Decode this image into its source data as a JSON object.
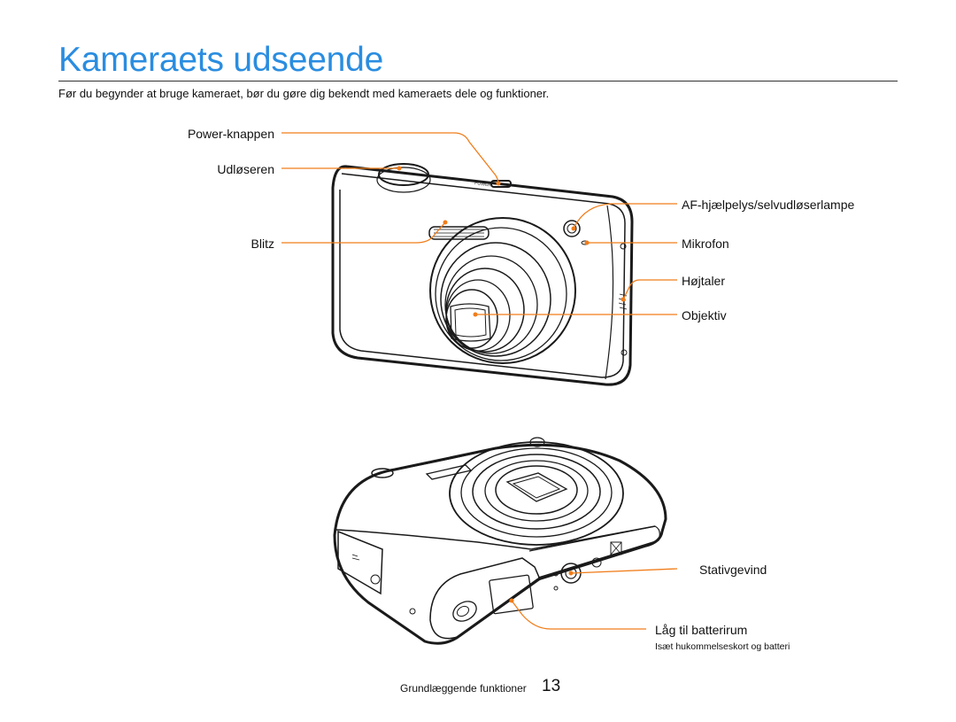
{
  "page": {
    "title": "Kameraets udseende",
    "intro": "Før du begynder at bruge kameraet, bør du gøre dig bekendt med kameraets dele og funktioner."
  },
  "front_labels": {
    "power": "Power-knappen",
    "shutter": "Udløseren",
    "flash": "Blitz",
    "af_lamp": "AF-hjælpelys/selvudløserlampe",
    "microphone": "Mikrofon",
    "speaker": "Højtaler",
    "lens": "Objektiv"
  },
  "camera_text": {
    "power_engraving": "POWER"
  },
  "bottom_labels": {
    "tripod": "Stativgevind",
    "battery_cover": "Låg til batterirum",
    "battery_note": "Isæt hukommelseskort og batteri"
  },
  "footer": {
    "section": "Grundlæggende funktioner",
    "page_number": "13"
  },
  "colors": {
    "accent_title": "#2a8de0",
    "callout": "#f07d1a",
    "outline": "#1a1a1a"
  }
}
